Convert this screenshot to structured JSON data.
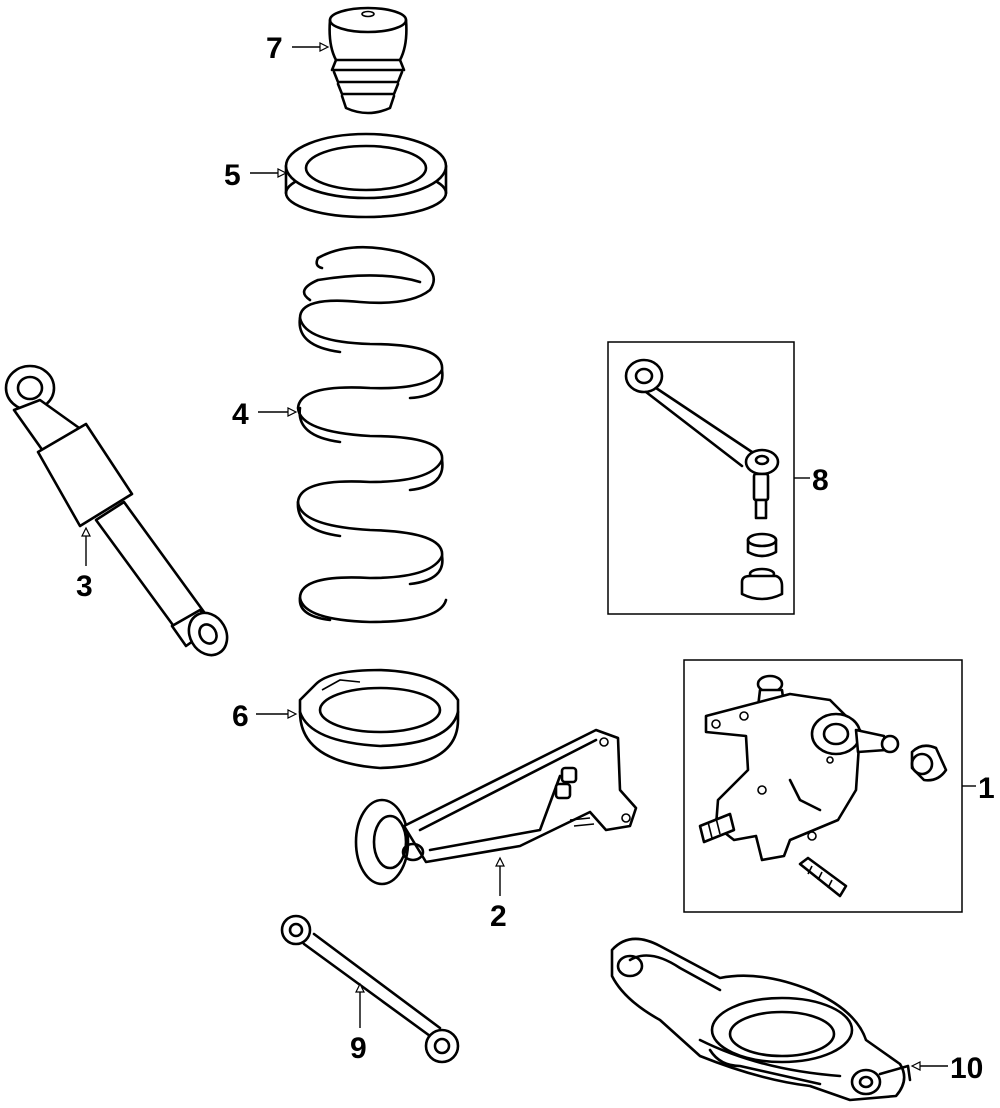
{
  "callouts": {
    "p1": "1",
    "p2": "2",
    "p3": "3",
    "p4": "4",
    "p5": "5",
    "p6": "6",
    "p7": "7",
    "p8": "8",
    "p9": "9",
    "p10": "10"
  }
}
